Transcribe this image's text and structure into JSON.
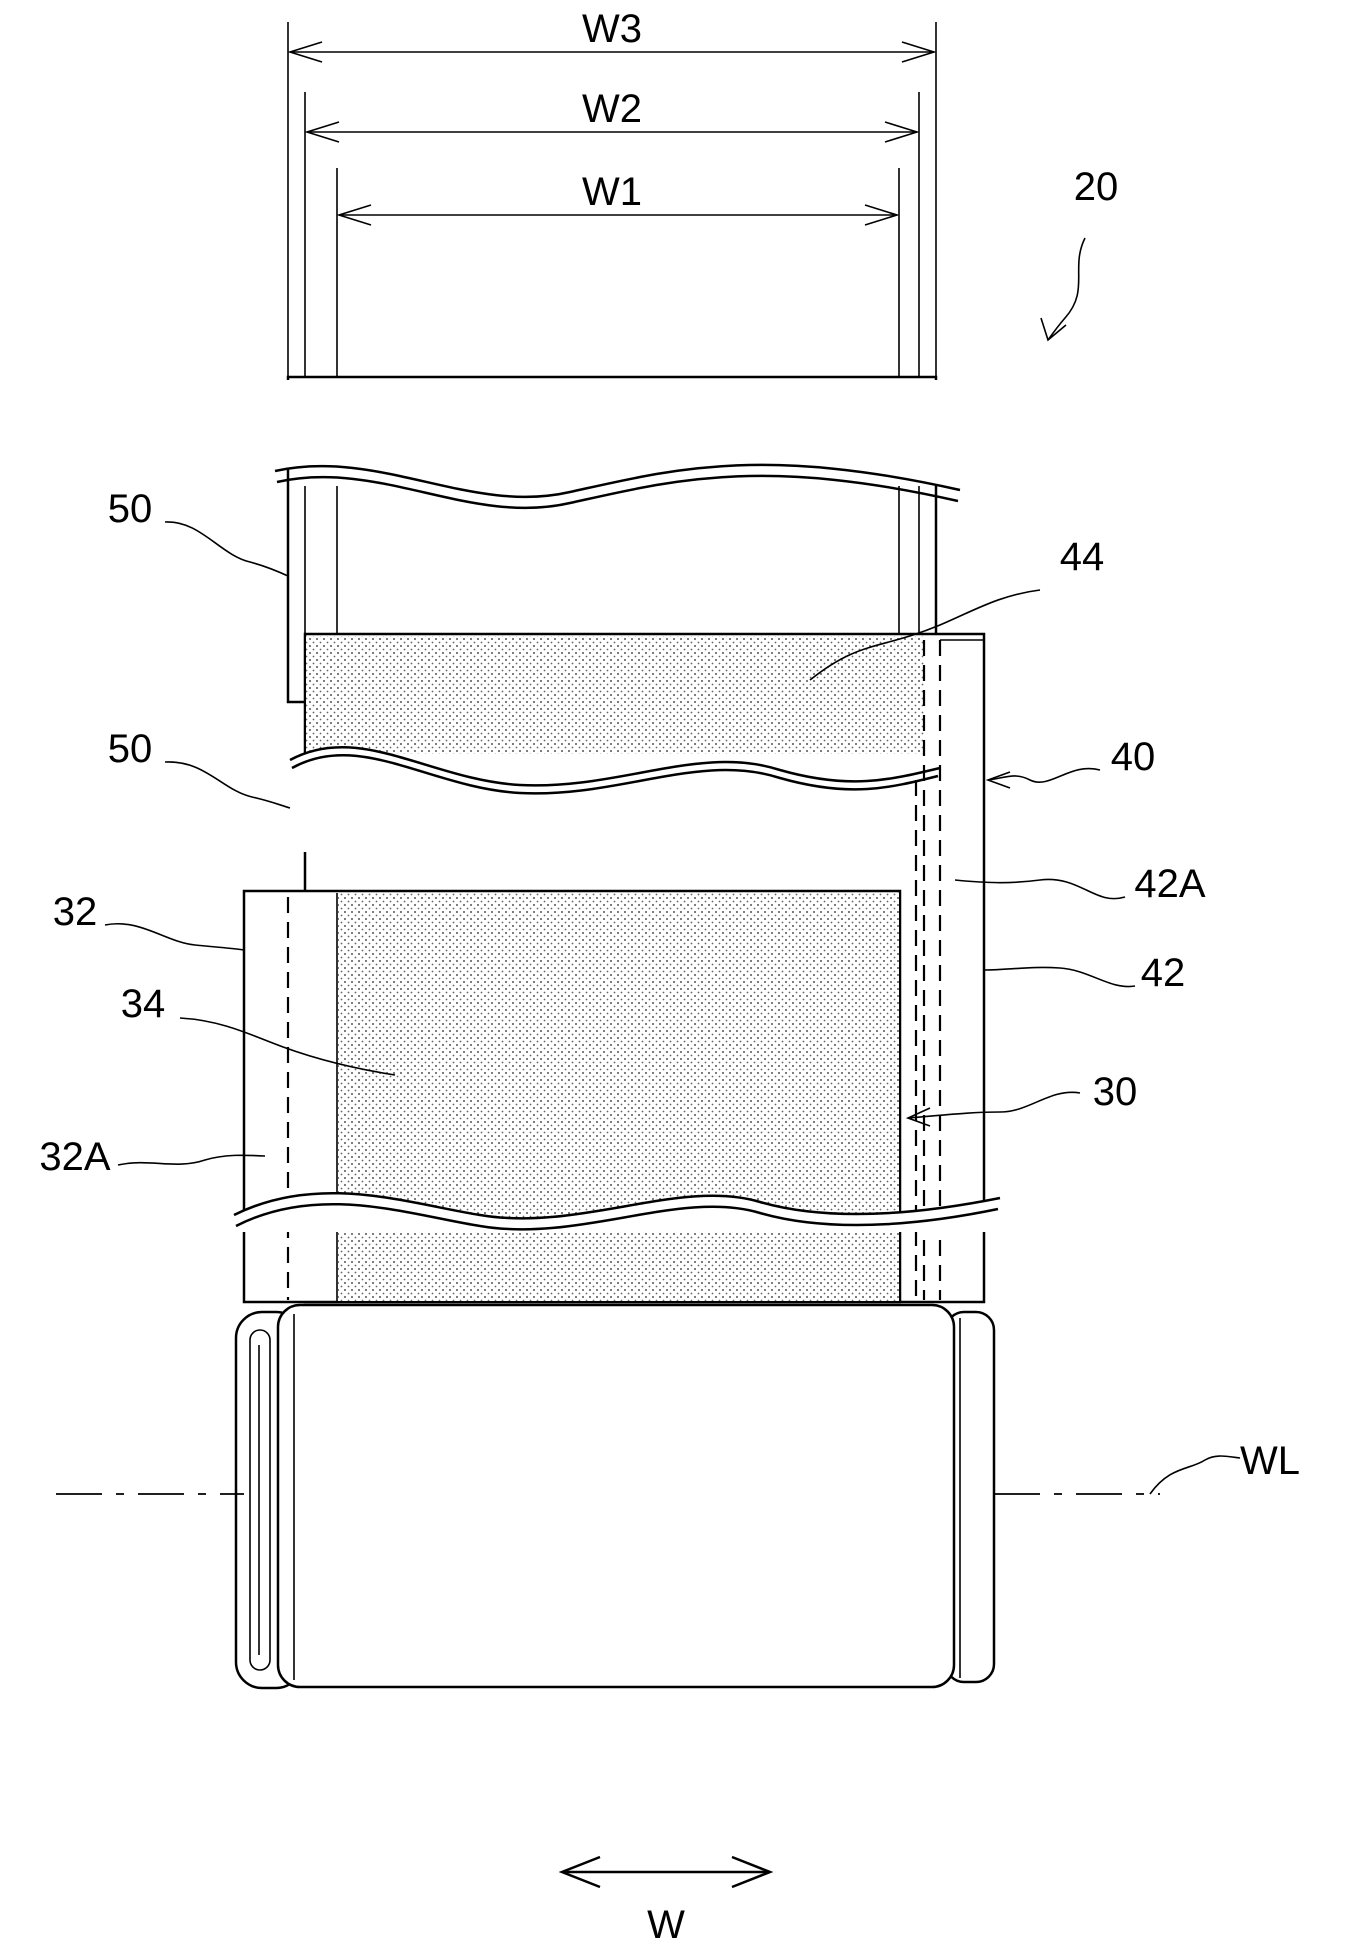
{
  "figure": {
    "reference_numeral": "20",
    "dimensions": {
      "w3": "W3",
      "w2": "W2",
      "w1": "W1"
    },
    "labels": {
      "sheet_50_top": "50",
      "sheet_50_mid": "50",
      "electrode_44": "44",
      "electrode_40": "40",
      "tab_42A": "42A",
      "foil_42": "42",
      "foil_32": "32",
      "active_34": "34",
      "electrode_30": "30",
      "tab_32A": "32A",
      "winding_line": "WL"
    },
    "direction_label": "W",
    "colors": {
      "line": "#000000",
      "background": "#ffffff",
      "dot_fill": "#555555"
    }
  }
}
